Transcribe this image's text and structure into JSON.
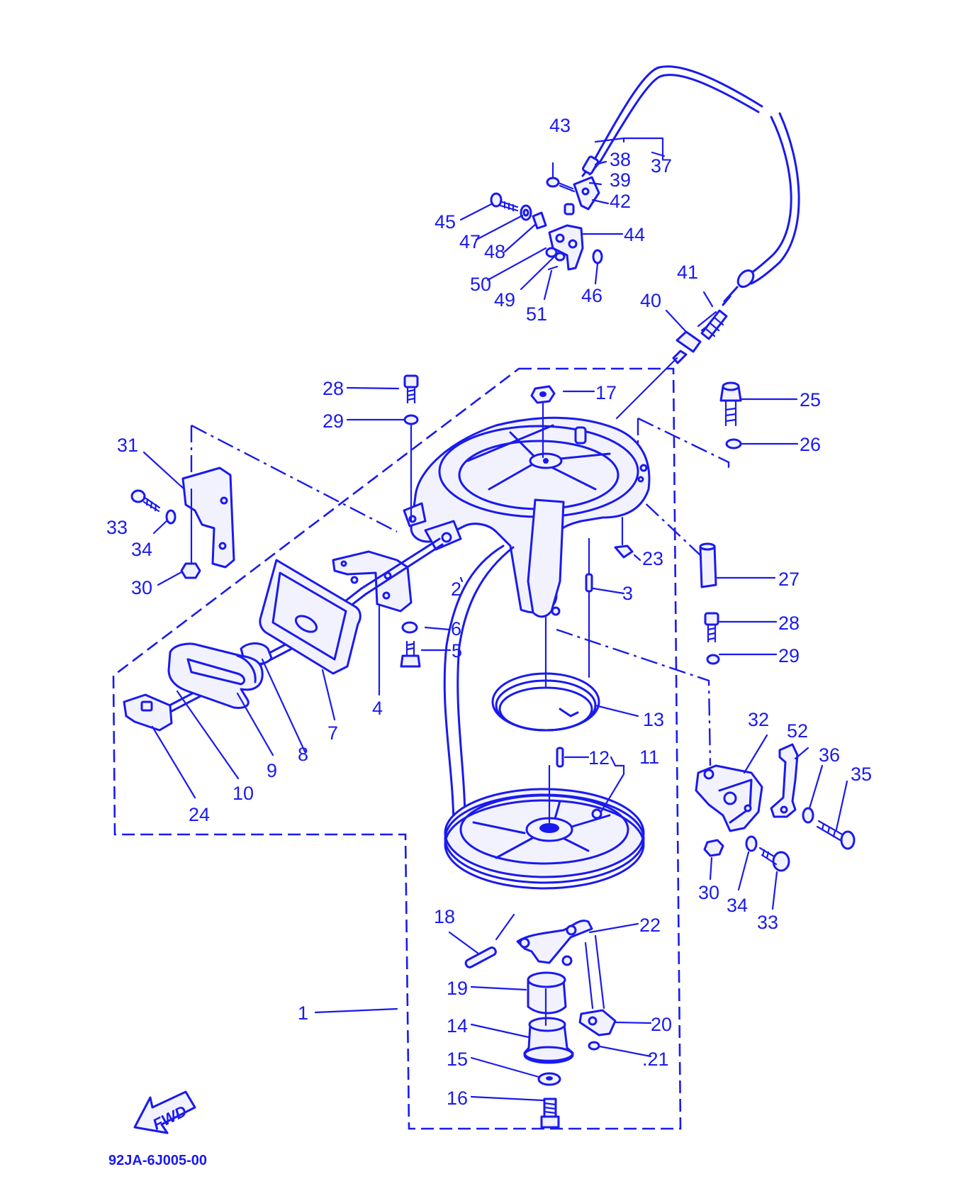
{
  "figure": {
    "drawing_code": "92JA-6J005-00",
    "direction_label": "FWD",
    "callouts": [
      {
        "id": "c1",
        "label": "1"
      },
      {
        "id": "c2",
        "label": "2"
      },
      {
        "id": "c3",
        "label": "3"
      },
      {
        "id": "c4",
        "label": "4"
      },
      {
        "id": "c5",
        "label": "5"
      },
      {
        "id": "c6",
        "label": "6"
      },
      {
        "id": "c7",
        "label": "7"
      },
      {
        "id": "c8",
        "label": "8"
      },
      {
        "id": "c9",
        "label": "9"
      },
      {
        "id": "c10",
        "label": "10"
      },
      {
        "id": "c11",
        "label": "11"
      },
      {
        "id": "c12",
        "label": "12"
      },
      {
        "id": "c13",
        "label": "13"
      },
      {
        "id": "c14",
        "label": "14"
      },
      {
        "id": "c15",
        "label": "15"
      },
      {
        "id": "c16",
        "label": "16"
      },
      {
        "id": "c17",
        "label": "17"
      },
      {
        "id": "c18",
        "label": "18"
      },
      {
        "id": "c19",
        "label": "19"
      },
      {
        "id": "c20",
        "label": "20"
      },
      {
        "id": "c21",
        "label": ".21"
      },
      {
        "id": "c22",
        "label": "22"
      },
      {
        "id": "c23",
        "label": "23"
      },
      {
        "id": "c24",
        "label": "24"
      },
      {
        "id": "c25",
        "label": "25"
      },
      {
        "id": "c26",
        "label": "26"
      },
      {
        "id": "c27",
        "label": "27"
      },
      {
        "id": "c28a",
        "label": "28"
      },
      {
        "id": "c28b",
        "label": "28"
      },
      {
        "id": "c29a",
        "label": "29"
      },
      {
        "id": "c29b",
        "label": "29"
      },
      {
        "id": "c30a",
        "label": "30"
      },
      {
        "id": "c30b",
        "label": "30"
      },
      {
        "id": "c31",
        "label": "31"
      },
      {
        "id": "c32",
        "label": "32"
      },
      {
        "id": "c33a",
        "label": "33"
      },
      {
        "id": "c33b",
        "label": "33"
      },
      {
        "id": "c34a",
        "label": "34"
      },
      {
        "id": "c34b",
        "label": "34"
      },
      {
        "id": "c35",
        "label": "35"
      },
      {
        "id": "c36",
        "label": "36"
      },
      {
        "id": "c37",
        "label": "37"
      },
      {
        "id": "c38",
        "label": "38"
      },
      {
        "id": "c39",
        "label": "39"
      },
      {
        "id": "c40",
        "label": "40"
      },
      {
        "id": "c41",
        "label": "41"
      },
      {
        "id": "c42",
        "label": "42"
      },
      {
        "id": "c43",
        "label": "43"
      },
      {
        "id": "c44",
        "label": "44"
      },
      {
        "id": "c45",
        "label": "45"
      },
      {
        "id": "c46",
        "label": "46"
      },
      {
        "id": "c47",
        "label": "47"
      },
      {
        "id": "c48",
        "label": "48"
      },
      {
        "id": "c49",
        "label": "49"
      },
      {
        "id": "c50",
        "label": "50"
      },
      {
        "id": "c51",
        "label": "51"
      },
      {
        "id": "c52",
        "label": "52"
      }
    ]
  }
}
